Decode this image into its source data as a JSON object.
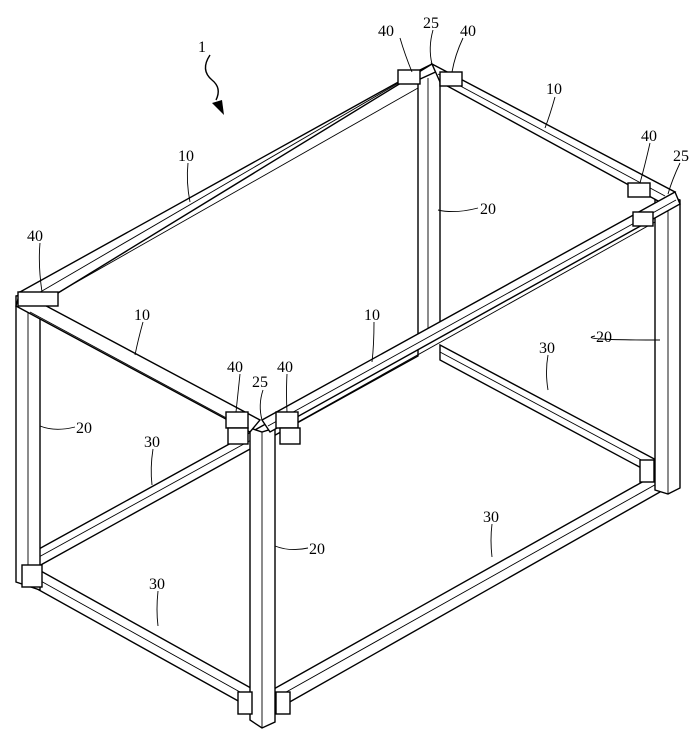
{
  "figure": {
    "assembly_ref": "1",
    "labels": {
      "top_beam": "10",
      "post": "20",
      "corner_cap": "25",
      "bottom_beam": "30",
      "connector": "40"
    }
  }
}
